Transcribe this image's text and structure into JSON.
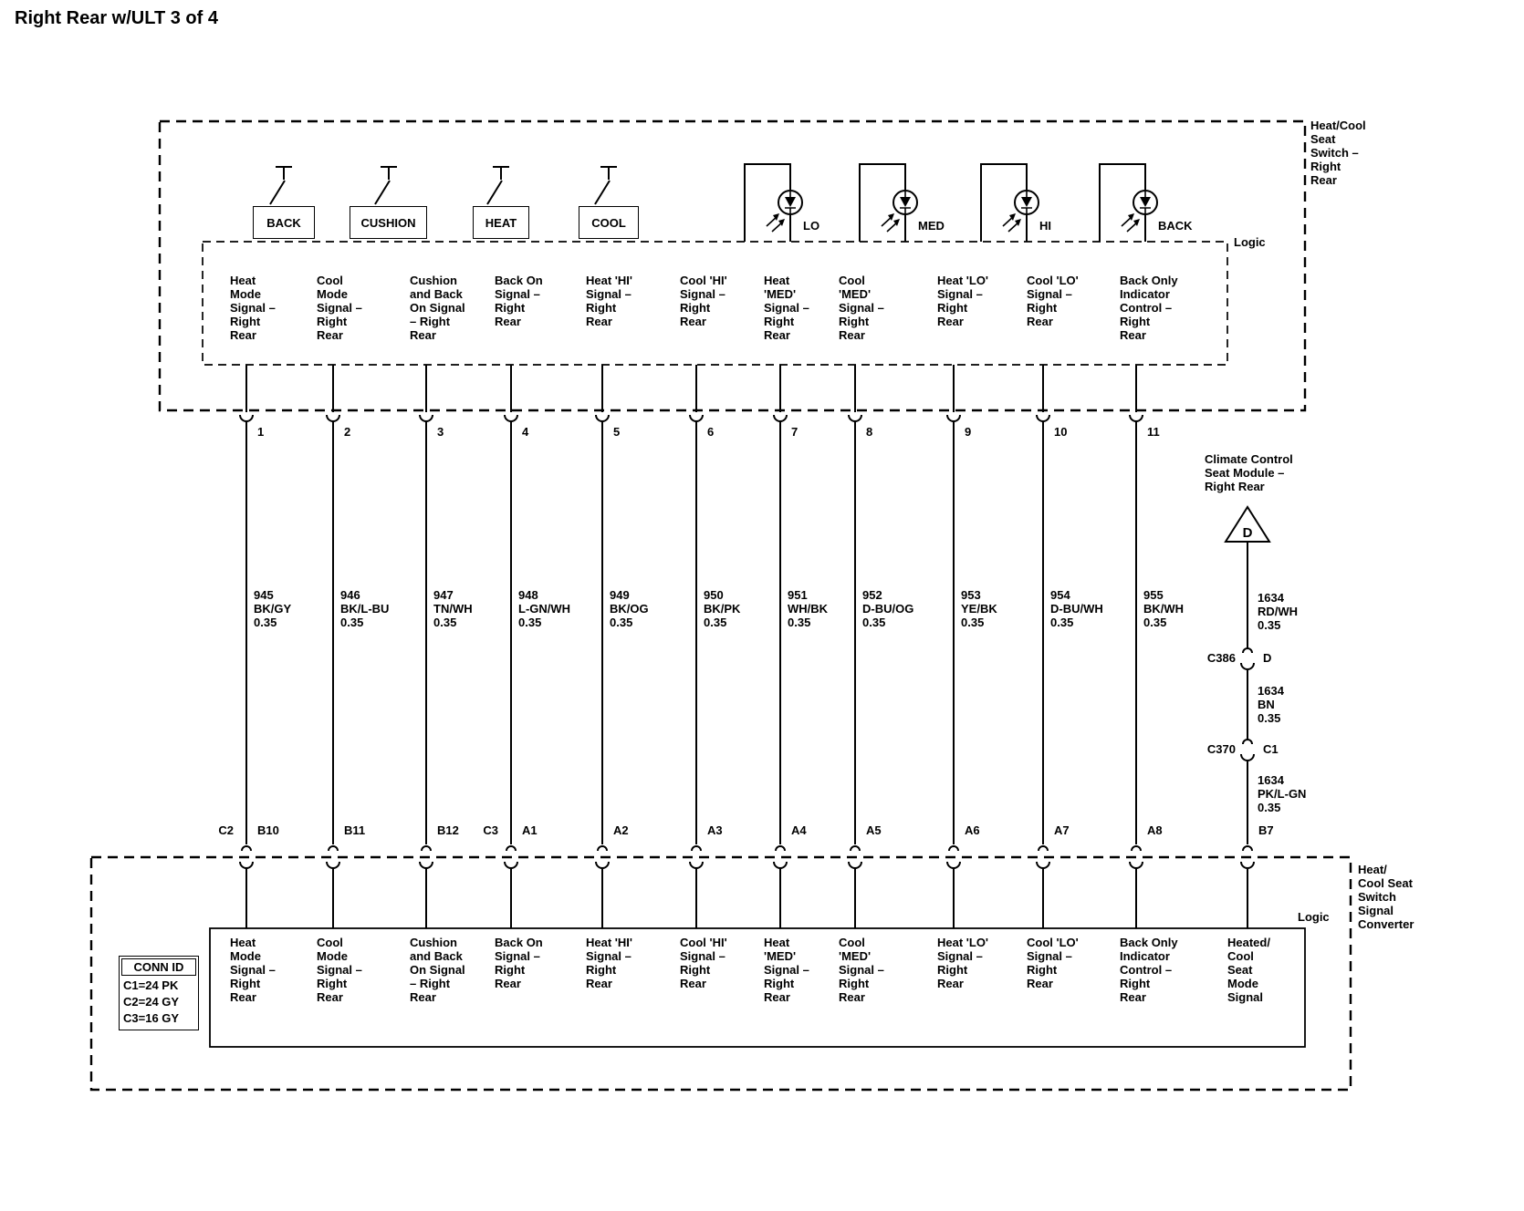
{
  "title": "Right Rear w/ULT 3 of 4",
  "switch_box": {
    "label": "Heat/Cool Seat Switch – Right Rear",
    "logic_label": "Logic",
    "switches": [
      {
        "label": "BACK"
      },
      {
        "label": "CUSHION"
      },
      {
        "label": "HEAT"
      },
      {
        "label": "COOL"
      }
    ],
    "leds": [
      {
        "label": "LO"
      },
      {
        "label": "MED"
      },
      {
        "label": "HI"
      },
      {
        "label": "BACK"
      }
    ]
  },
  "columns": [
    {
      "pin": "1",
      "signal": "Heat Mode Signal – Right Rear",
      "wire_id": "945",
      "wire_color": "BK/GY",
      "wire_gauge": "0.35",
      "conn_prefix": "C2",
      "conn_pin": "B10"
    },
    {
      "pin": "2",
      "signal": "Cool Mode Signal – Right Rear",
      "wire_id": "946",
      "wire_color": "BK/L-BU",
      "wire_gauge": "0.35",
      "conn_pin": "B11"
    },
    {
      "pin": "3",
      "signal": "Cushion and Back On Signal – Right Rear",
      "wire_id": "947",
      "wire_color": "TN/WH",
      "wire_gauge": "0.35",
      "conn_pin": "B12"
    },
    {
      "pin": "4",
      "signal": "Back On Signal – Right Rear",
      "wire_id": "948",
      "wire_color": "L-GN/WH",
      "wire_gauge": "0.35",
      "conn_prefix": "C3",
      "conn_pin": "A1"
    },
    {
      "pin": "5",
      "signal": "Heat 'HI' Signal – Right Rear",
      "wire_id": "949",
      "wire_color": "BK/OG",
      "wire_gauge": "0.35",
      "conn_pin": "A2"
    },
    {
      "pin": "6",
      "signal": "Cool 'HI' Signal – Right Rear",
      "wire_id": "950",
      "wire_color": "BK/PK",
      "wire_gauge": "0.35",
      "conn_pin": "A3"
    },
    {
      "pin": "7",
      "signal": "Heat 'MED' Signal – Right Rear",
      "wire_id": "951",
      "wire_color": "WH/BK",
      "wire_gauge": "0.35",
      "conn_pin": "A4"
    },
    {
      "pin": "8",
      "signal": "Cool 'MED' Signal – Right Rear",
      "wire_id": "952",
      "wire_color": "D-BU/OG",
      "wire_gauge": "0.35",
      "conn_pin": "A5"
    },
    {
      "pin": "9",
      "signal": "Heat 'LO' Signal – Right Rear",
      "wire_id": "953",
      "wire_color": "YE/BK",
      "wire_gauge": "0.35",
      "conn_pin": "A6"
    },
    {
      "pin": "10",
      "signal": "Cool 'LO' Signal – Right Rear",
      "wire_id": "954",
      "wire_color": "D-BU/WH",
      "wire_gauge": "0.35",
      "conn_pin": "A7"
    },
    {
      "pin": "11",
      "signal": "Back Only Indicator Control – Right Rear",
      "wire_id": "955",
      "wire_color": "BK/WH",
      "wire_gauge": "0.35",
      "conn_pin": "A8"
    }
  ],
  "module_branch": {
    "label": "Climate Control Seat Module – Right Rear",
    "ref": "D",
    "segments": [
      {
        "wire_id": "1634",
        "wire_color": "RD/WH",
        "wire_gauge": "0.35"
      },
      {
        "wire_id": "1634",
        "wire_color": "BN",
        "wire_gauge": "0.35"
      },
      {
        "wire_id": "1634",
        "wire_color": "PK/L-GN",
        "wire_gauge": "0.35"
      }
    ],
    "connectors": [
      {
        "left": "C386",
        "right": "D"
      },
      {
        "left": "C370",
        "right": "C1"
      }
    ],
    "conn_pin": "B7",
    "signal": "Heated/ Cool Seat Mode Signal"
  },
  "converter_box": {
    "label": "Heat/ Cool Seat Switch Signal Converter",
    "logic_label": "Logic",
    "conn_id": {
      "title": "CONN ID",
      "entries": [
        "C1=24 PK",
        "C2=24 GY",
        "C3=16 GY"
      ]
    }
  }
}
